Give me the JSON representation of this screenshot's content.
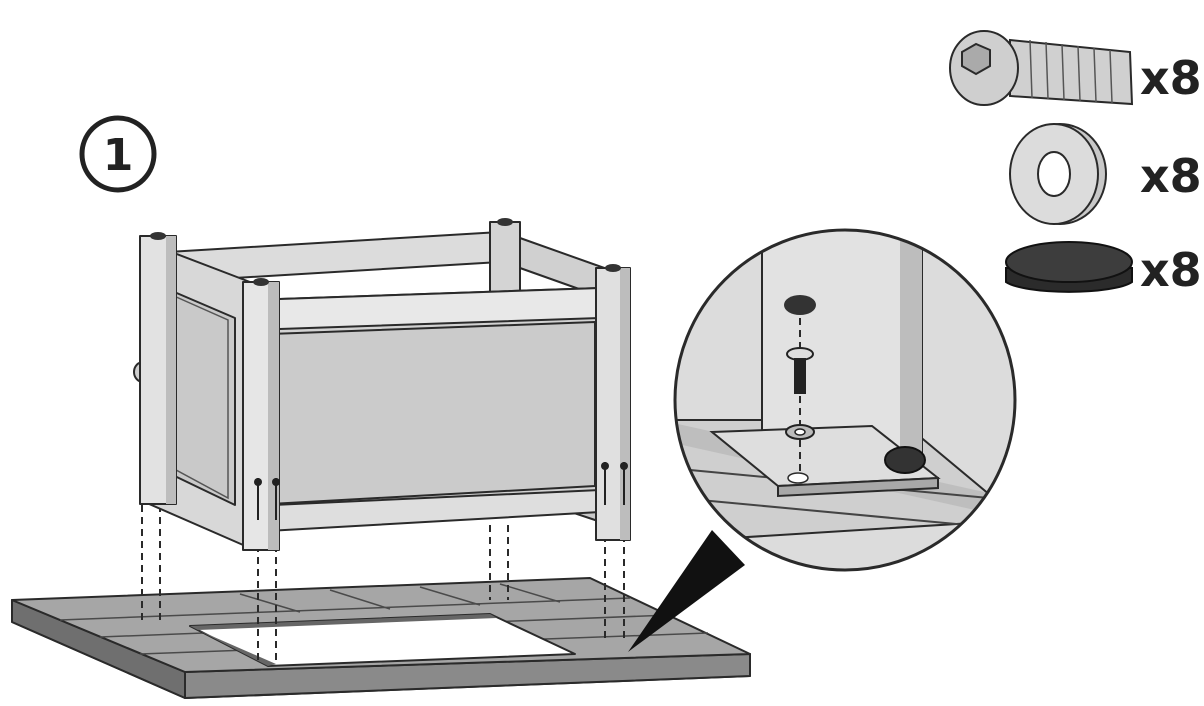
{
  "step": {
    "number": "1"
  },
  "parts": [
    {
      "icon": "bolt-icon",
      "quantity": "x8"
    },
    {
      "icon": "washer-icon",
      "quantity": "x8"
    },
    {
      "icon": "cap-icon",
      "quantity": "x8"
    }
  ],
  "colors": {
    "panel": "#cfcfcf",
    "panel_light": "#e6e6e6",
    "panel_dark": "#9a9a9a",
    "base": "#8c8c8c",
    "cap": "#333333",
    "outline": "#2a2a2a"
  }
}
